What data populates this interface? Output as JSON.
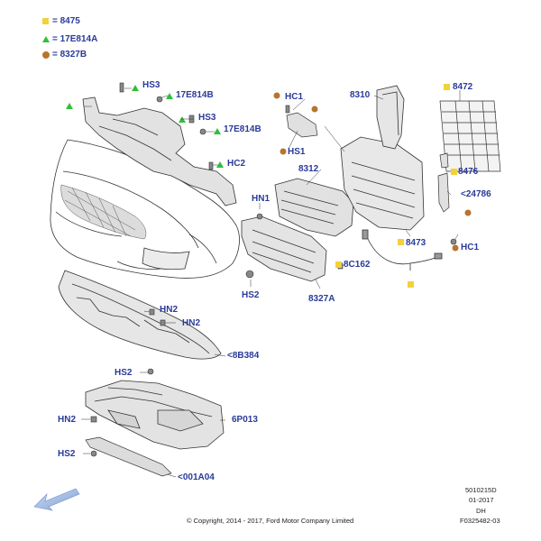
{
  "legend": [
    {
      "symbol": "square",
      "color": "#f2d13a",
      "text": "= 8475"
    },
    {
      "symbol": "triangle",
      "color": "#2fbf3a",
      "text": "= 17E814A"
    },
    {
      "symbol": "circle",
      "color": "#b8742e",
      "text": "= 8327B"
    }
  ],
  "labels": {
    "hs3_top": "HS3",
    "e814b_1": "17E814B",
    "hs3_mid": "HS3",
    "e814b_2": "17E814B",
    "hc2": "HC2",
    "hc1_top": "HC1",
    "hs1": "HS1",
    "p8310": "8310",
    "p8472": "8472",
    "p8312": "8312",
    "p8476": "8476",
    "p24786": "<24786",
    "hn1": "HN1",
    "p8473": "8473",
    "hc1_right": "HC1",
    "p8c162": "8C162",
    "hs2_left": "HS2",
    "p8327a": "8327A",
    "hn2_a": "HN2",
    "hn2_b": "HN2",
    "p8b384": "<8B384",
    "hs2_mid": "HS2",
    "hn2_low": "HN2",
    "p6p013": "6P013",
    "hs2_low": "HS2",
    "p001a04": "<001A04"
  },
  "meta": {
    "code": "5010215D",
    "date": "01-2017",
    "initials": "DH",
    "ref": "F0325482-03"
  },
  "copyright": "© Copyright, 2014 - 2017, Ford Motor Company Limited",
  "colors": {
    "label": "#2a3a9a",
    "line": "#333333",
    "fill": "#e9e9e9",
    "arrow": "#7f9fd6"
  }
}
